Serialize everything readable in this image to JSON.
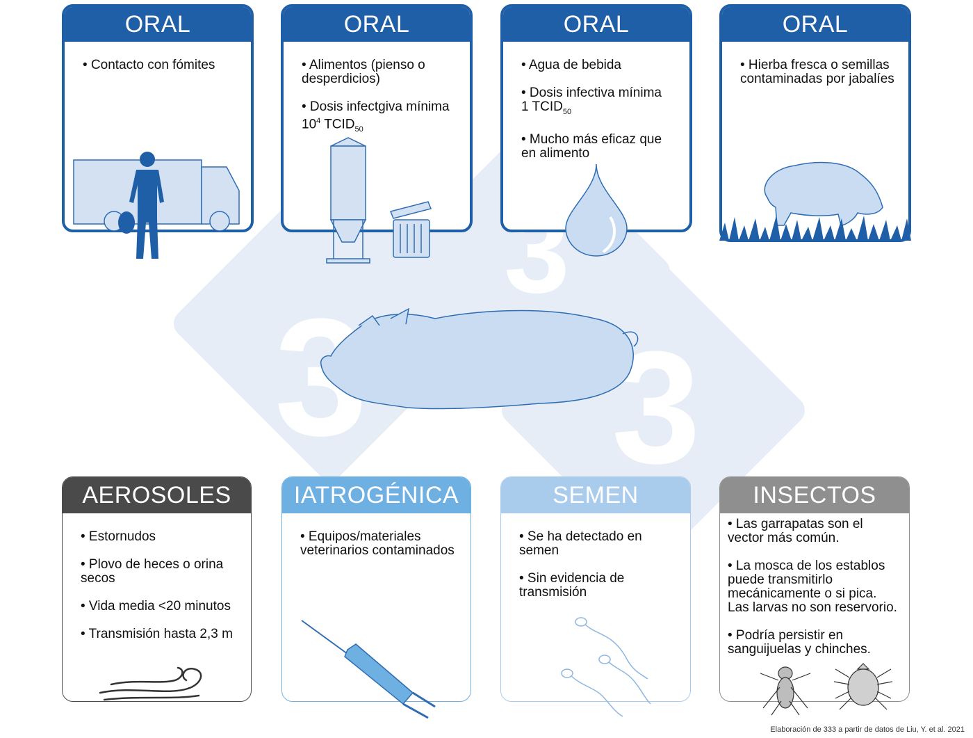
{
  "cards_top": [
    {
      "title": "ORAL",
      "lines": [
        "• Contacto con fómites"
      ]
    },
    {
      "title": "ORAL",
      "lines": [
        "• Alimentos (pienso o desperdicios)"
      ],
      "dose": {
        "prefix": "• Dosis infectgiva mínima",
        "base": "10",
        "exp": "4",
        "unit": "TCID",
        "sub": "50"
      }
    },
    {
      "title": "ORAL",
      "lines": [
        "• Agua de bebida",
        "• Mucho más eficaz que en alimento"
      ],
      "dose": {
        "prefix": "• Dosis infectiva mínima",
        "base": "1",
        "unit": "TCID",
        "sub": "50"
      }
    },
    {
      "title": "ORAL",
      "lines": [
        "• Hierba fresca o semillas contaminadas por jabalíes"
      ]
    }
  ],
  "cards_bottom": [
    {
      "title": "AEROSOLES",
      "lines": [
        "• Estornudos",
        "• Plovo de heces o orina secos",
        "• Vida media <20 minutos",
        "• Transmisión hasta 2,3 m"
      ]
    },
    {
      "title": "IATROGÉNICA",
      "lines": [
        "• Equipos/materiales veterinarios contaminados"
      ]
    },
    {
      "title": "SEMEN",
      "lines": [
        "• Se ha detectado en semen",
        "• Sin evidencia de transmisión"
      ]
    },
    {
      "title": "INSECTOS",
      "lines": [
        "•  Las garrapatas son el vector más común.",
        "• La mosca de los establos puede transmitirlo mecánicamente o si pica. Las larvas no son reservorio.",
        "• Podría persistir en sanguijuelas y chinches."
      ]
    }
  ],
  "watermark": "333",
  "credit": "Elaboración de 333 a partir de datos de Liu, Y. et al. 2021",
  "colors": {
    "oral": "#1f5fa8",
    "aerosoles": "#4a4a4a",
    "iatrogenica": "#6fb0e3",
    "semen": "#a9cbec",
    "insectos": "#8f8f8f",
    "illustration": "#d3e1f3"
  },
  "icons": [
    "truck-icon",
    "person-icon",
    "feed-silo-icon",
    "trash-can-icon",
    "water-drop-icon",
    "wild-boar-icon",
    "grass-icon",
    "pig-icon",
    "wind-icon",
    "syringe-icon",
    "sperm-icon",
    "fly-icon",
    "tick-icon"
  ]
}
